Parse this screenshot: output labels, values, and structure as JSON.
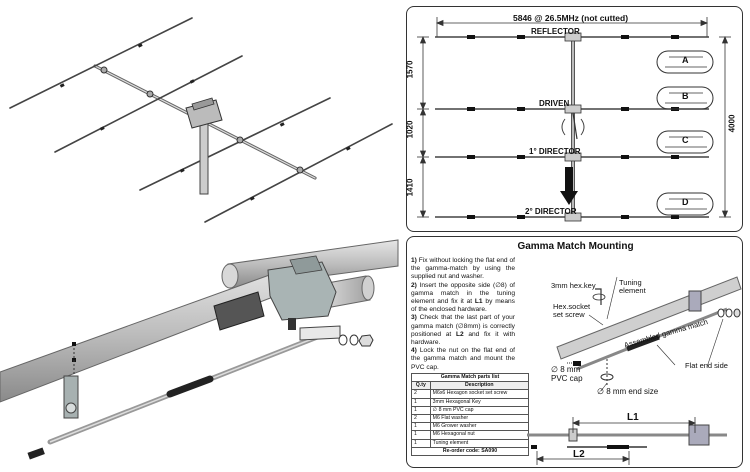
{
  "layout": {
    "overall_width": "5846 @ 26.5MHz (not cutted)",
    "reflector": "REFLECTOR",
    "driven": "DRIVEN",
    "director1": "1° DIRECTOR",
    "director2": "2° DIRECTOR",
    "dim_1570": "1570",
    "dim_1020": "1020",
    "dim_1410": "1410",
    "dim_4000": "4000",
    "detail_a": "A",
    "detail_b": "B",
    "detail_c": "C",
    "detail_d": "D"
  },
  "gamma": {
    "title": "Gamma Match Mounting",
    "step1_num": "1)",
    "step1": "Fix without locking the flat end of the gamma-match by using the supplied nut and washer.",
    "step2_num": "2)",
    "step2_a": "Insert the opposite side (",
    "step2_sym": "∅8",
    "step2_b": ") of gamma match in the tuning element and fix it at",
    "step2_l1": "L1",
    "step2_c": "by means of the enclosed hardware.",
    "step3_num": "3)",
    "step3_a": "Check that the last part of your gamma match (",
    "step3_sym": "∅8mm",
    "step3_b": ") is correctly positioned at",
    "step3_l2": "L2",
    "step3_c": "and fix it with hardware.",
    "step4_num": "4)",
    "step4": "Lock the nut on the flat end of the gamma match and mount the PVC cap.",
    "labels": {
      "hex_key": "3mm hex.key",
      "tuning_element": "Tuning element",
      "hex_socket": "Hex.socket set screw",
      "assembled": "Assembled gamma match",
      "flat_end": "Flat end side",
      "pvc_cap": "∅ 8 mm PVC cap",
      "end_size": "∅ 8 mm end size",
      "l1": "L1",
      "l2": "L2"
    },
    "parts": {
      "title": "Gamma Match parts list",
      "head_qty": "Q.ty",
      "head_desc": "Description",
      "rows": [
        {
          "qty": "2",
          "desc": "M6x6 Hexagon socket set screw"
        },
        {
          "qty": "1",
          "desc": "3mm Hexagonal Key"
        },
        {
          "qty": "1",
          "desc": "∅ 8 mm PVC cap"
        },
        {
          "qty": "2",
          "desc": "M6 Flat washer"
        },
        {
          "qty": "1",
          "desc": "M6 Grower washer"
        },
        {
          "qty": "1",
          "desc": "M6 Hexagonal nut"
        },
        {
          "qty": "1",
          "desc": "Tuning element"
        }
      ],
      "footer": "Re-order code: SA090"
    }
  }
}
